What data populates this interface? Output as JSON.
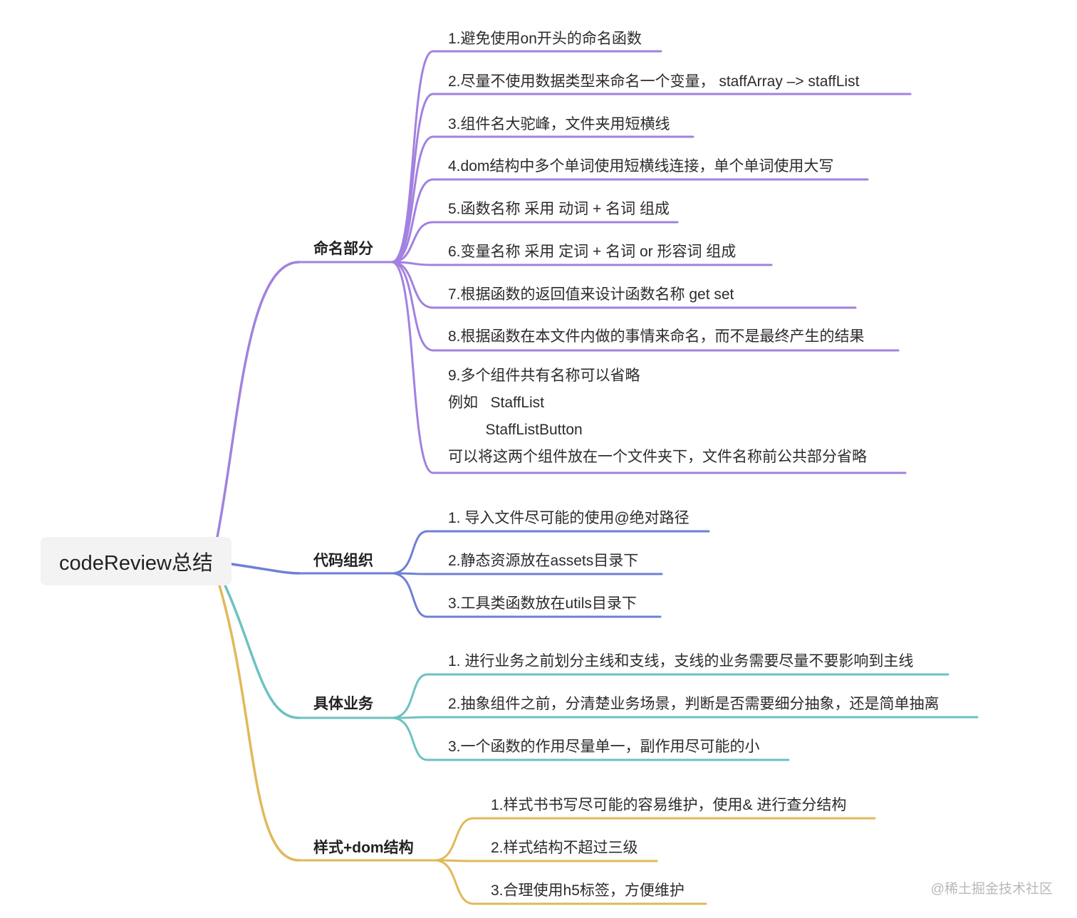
{
  "root": {
    "label": "codeReview总结"
  },
  "colors": {
    "naming": "#a281e0",
    "code_org": "#6f7fd6",
    "business": "#6cc2c0",
    "style_dom": "#e0b95a"
  },
  "branches": [
    {
      "key": "naming",
      "label": "命名部分",
      "items": [
        "1.避免使用on开头的命名函数",
        "2.尽量不使用数据类型来命名一个变量， staffArray –> staffList",
        "3.组件名大驼峰，文件夹用短横线",
        "4.dom结构中多个单词使用短横线连接，单个单词使用大写",
        "5.函数名称 采用 动词 + 名词 组成",
        "6.变量名称 采用 定词 + 名词 or 形容词 组成",
        "7.根据函数的返回值来设计函数名称 get set",
        "8.根据函数在本文件内做的事情来命名，而不是最终产生的结果",
        [
          "9.多个组件共有名称可以省略",
          "例如   StaffList",
          "         StaffListButton",
          "可以将这两个组件放在一个文件夹下，文件名称前公共部分省略"
        ]
      ]
    },
    {
      "key": "code_org",
      "label": "代码组织",
      "items": [
        "1. 导入文件尽可能的使用@绝对路径",
        "2.静态资源放在assets目录下",
        "3.工具类函数放在utils目录下"
      ]
    },
    {
      "key": "business",
      "label": "具体业务",
      "items": [
        "1. 进行业务之前划分主线和支线，支线的业务需要尽量不要影响到主线",
        "2.抽象组件之前，分清楚业务场景，判断是否需要细分抽象，还是简单抽离",
        "3.一个函数的作用尽量单一，副作用尽可能的小"
      ]
    },
    {
      "key": "style_dom",
      "label": "样式+dom结构",
      "items": [
        "1.样式书书写尽可能的容易维护，使用& 进行查分结构",
        "2.样式结构不超过三级",
        "3.合理使用h5标签，方便维护"
      ]
    }
  ],
  "watermark": "@稀土掘金技术社区"
}
